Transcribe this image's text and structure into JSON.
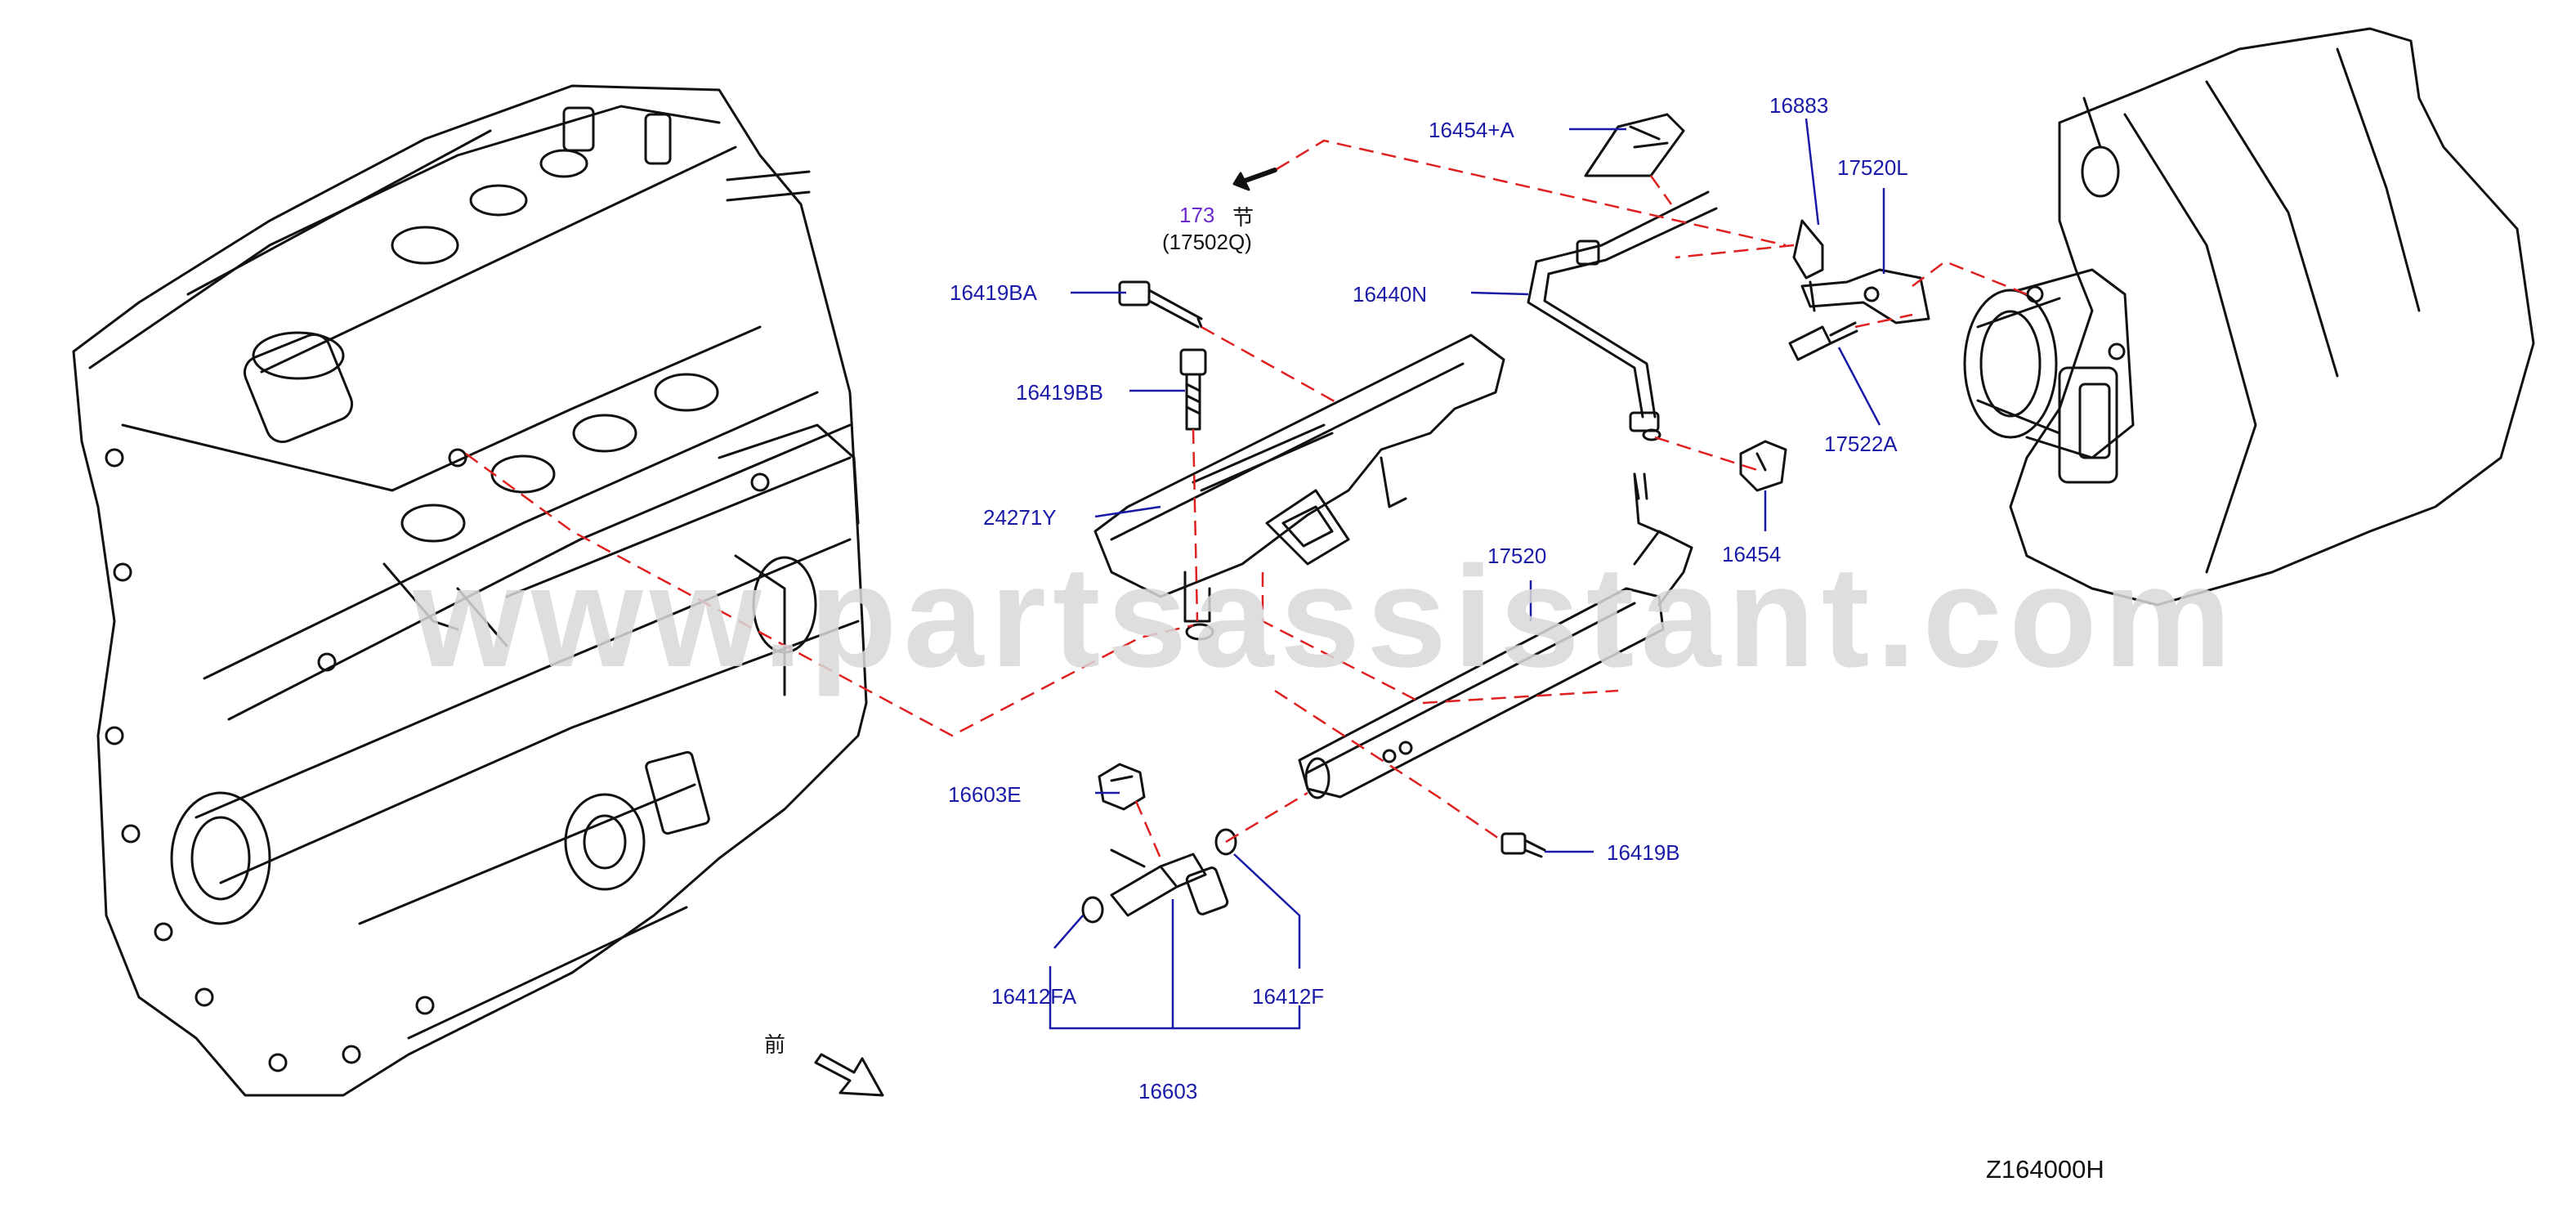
{
  "watermark": "www.partsassistant.com",
  "diagram_code": "Z164000H",
  "front_marker": "前",
  "reference": {
    "section_number": "173",
    "section_char": "节",
    "part_ref": "(17502Q)"
  },
  "parts": [
    {
      "id": "p1",
      "label": "16454+A"
    },
    {
      "id": "p2",
      "label": "16883"
    },
    {
      "id": "p3",
      "label": "17520L"
    },
    {
      "id": "p4",
      "label": "16419BA"
    },
    {
      "id": "p5",
      "label": "16440N"
    },
    {
      "id": "p6",
      "label": "16419BB"
    },
    {
      "id": "p7",
      "label": "17522A"
    },
    {
      "id": "p8",
      "label": "24271Y"
    },
    {
      "id": "p9",
      "label": "17520"
    },
    {
      "id": "p10",
      "label": "16454"
    },
    {
      "id": "p11",
      "label": "16603E"
    },
    {
      "id": "p12",
      "label": "16419B"
    },
    {
      "id": "p13",
      "label": "16412FA"
    },
    {
      "id": "p14",
      "label": "16412F"
    },
    {
      "id": "p15",
      "label": "16603"
    }
  ],
  "colors": {
    "leader_line": "#1a1aa8",
    "callout_dash": "#e02020",
    "outline": "#111111",
    "reference_link": "#6a2ccf"
  }
}
